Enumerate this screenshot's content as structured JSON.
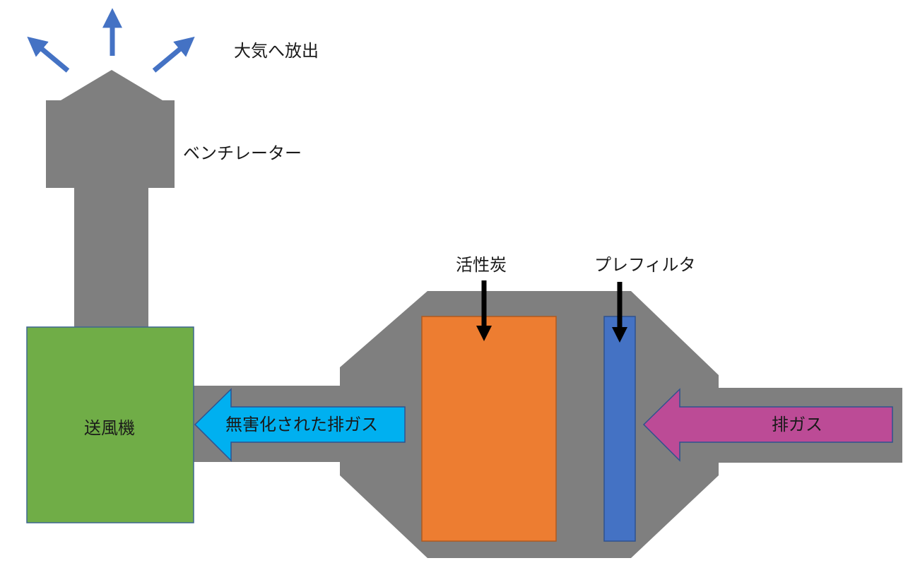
{
  "labels": {
    "release": "大気へ放出",
    "ventilator": "ベンチレーター",
    "activated_carbon": "活性炭",
    "prefilter": "プレフィルタ",
    "blower": "送風機",
    "clean_gas": "無害化された排ガス",
    "exhaust_gas": "排ガス"
  },
  "colors": {
    "duct": "#7f7f7f",
    "blower": "#70ad47",
    "activated_carbon": "#ed7d31",
    "prefilter": "#4472c4",
    "clean_gas_arrow": "#00b0f0",
    "exhaust_gas_arrow": "#bc4b96",
    "release_arrows": "#4472c4",
    "pointer_arrows": "#000000"
  },
  "icons": {
    "release": "arrow-up-icon",
    "pointer": "arrow-down-icon",
    "flow": "arrow-left-icon"
  }
}
